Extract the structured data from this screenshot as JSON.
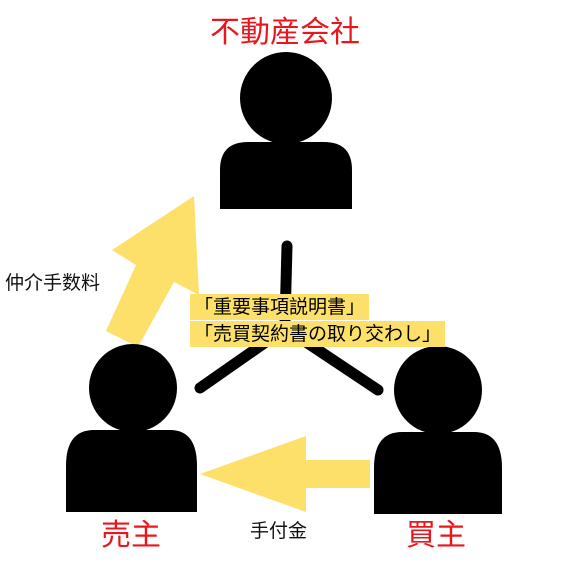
{
  "parties": {
    "agency": "不動産会社",
    "seller": "売主",
    "buyer": "買主"
  },
  "flows": {
    "commission": "仲介手数料",
    "deposit": "手付金"
  },
  "documents": {
    "line1": "「重要事項説明書」",
    "line2": "「売買契約書の取り交わし」"
  },
  "colors": {
    "party_label": "#e8171d",
    "arrow": "#fde06a",
    "person": "#000000"
  }
}
